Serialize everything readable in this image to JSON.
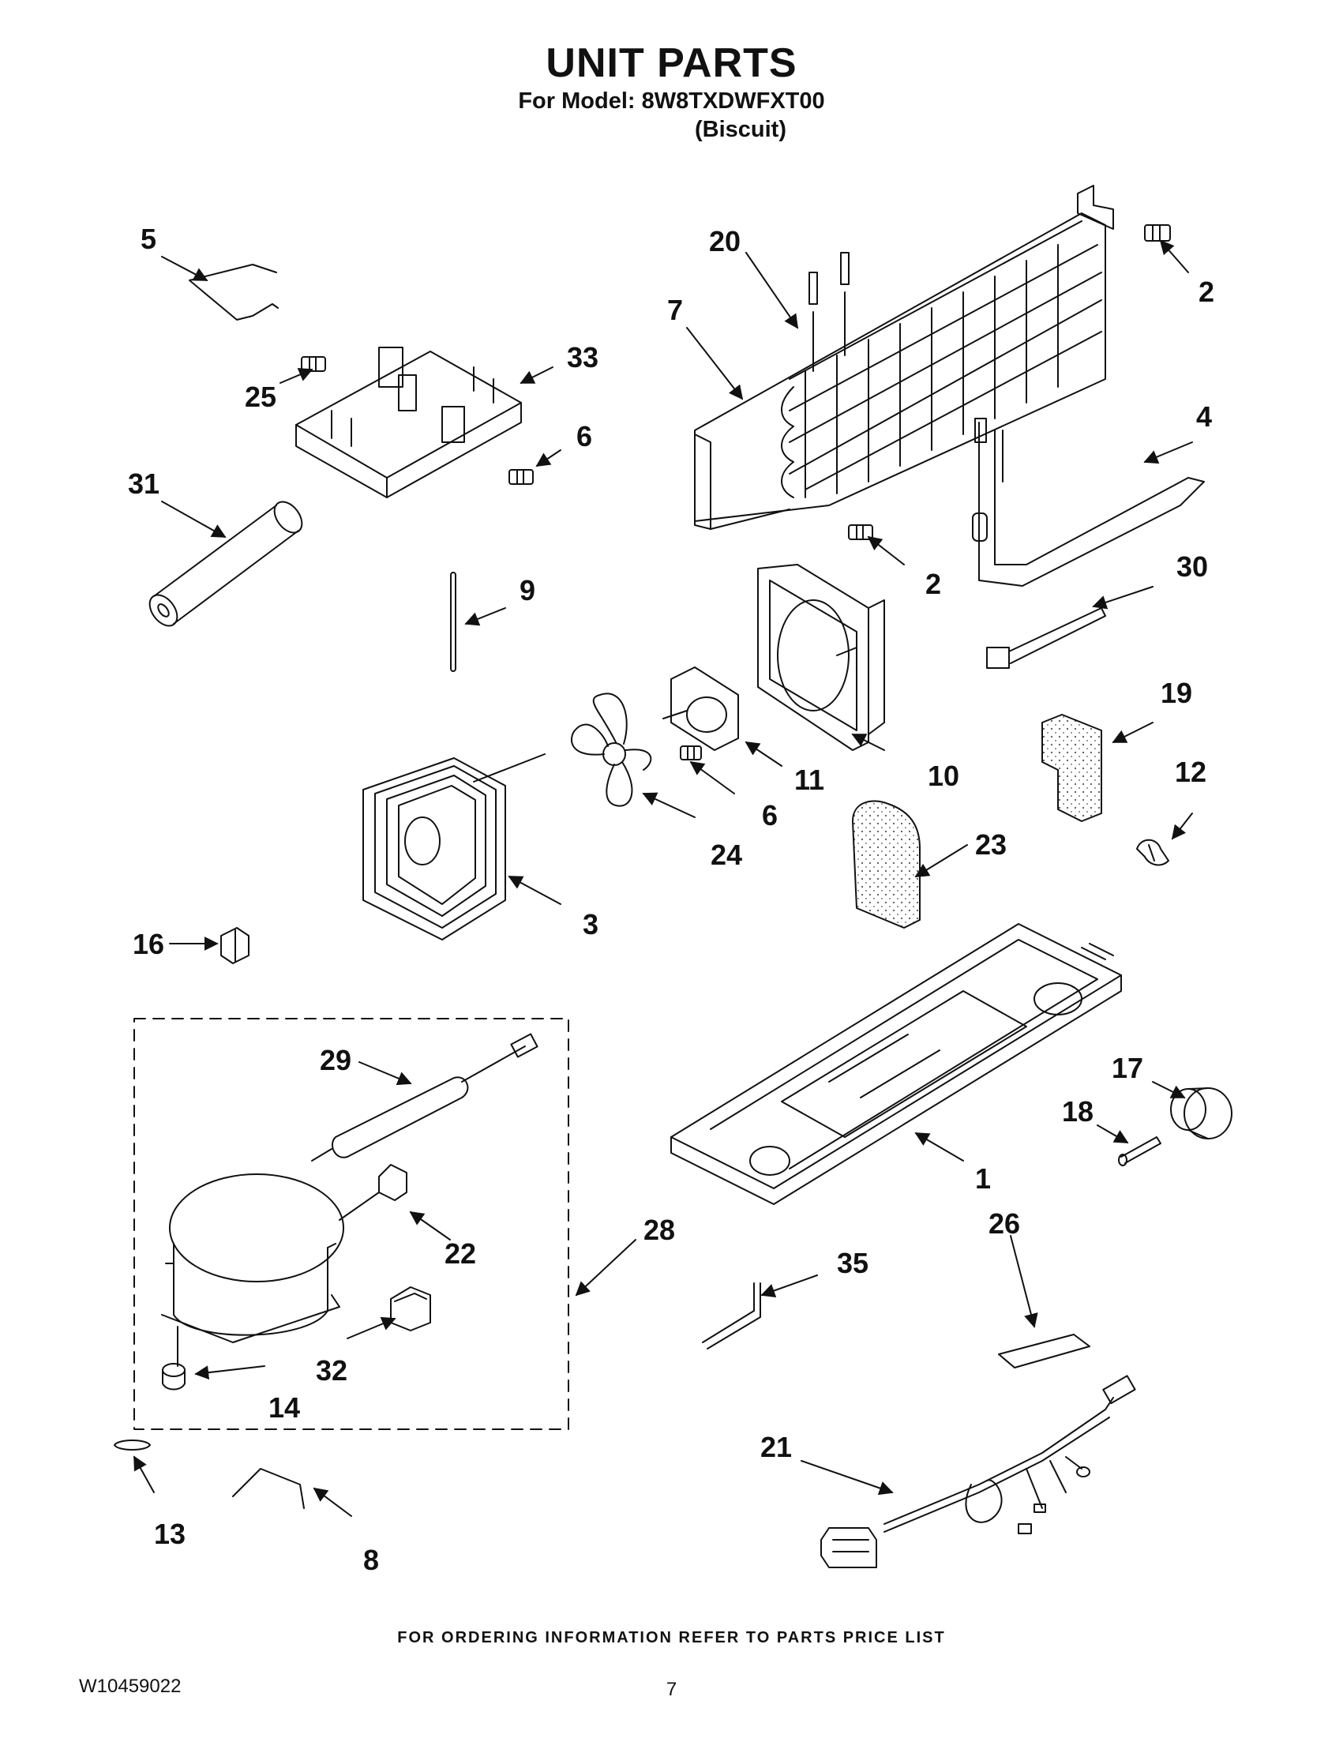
{
  "header": {
    "title": "UNIT PARTS",
    "model": "For Model: 8W8TXDWFXT00",
    "color": "(Biscuit)"
  },
  "callouts": [
    "5",
    "25",
    "33",
    "6",
    "31",
    "9",
    "20",
    "7",
    "2",
    "2",
    "4",
    "30",
    "10",
    "11",
    "6",
    "24",
    "19",
    "12",
    "23",
    "3",
    "16",
    "29",
    "17",
    "18",
    "1",
    "22",
    "28",
    "14",
    "32",
    "35",
    "26",
    "21",
    "13",
    "8"
  ],
  "footer": {
    "note": "FOR ORDERING INFORMATION REFER TO PARTS PRICE LIST",
    "doc_number": "W10459022",
    "page_number": "7"
  }
}
